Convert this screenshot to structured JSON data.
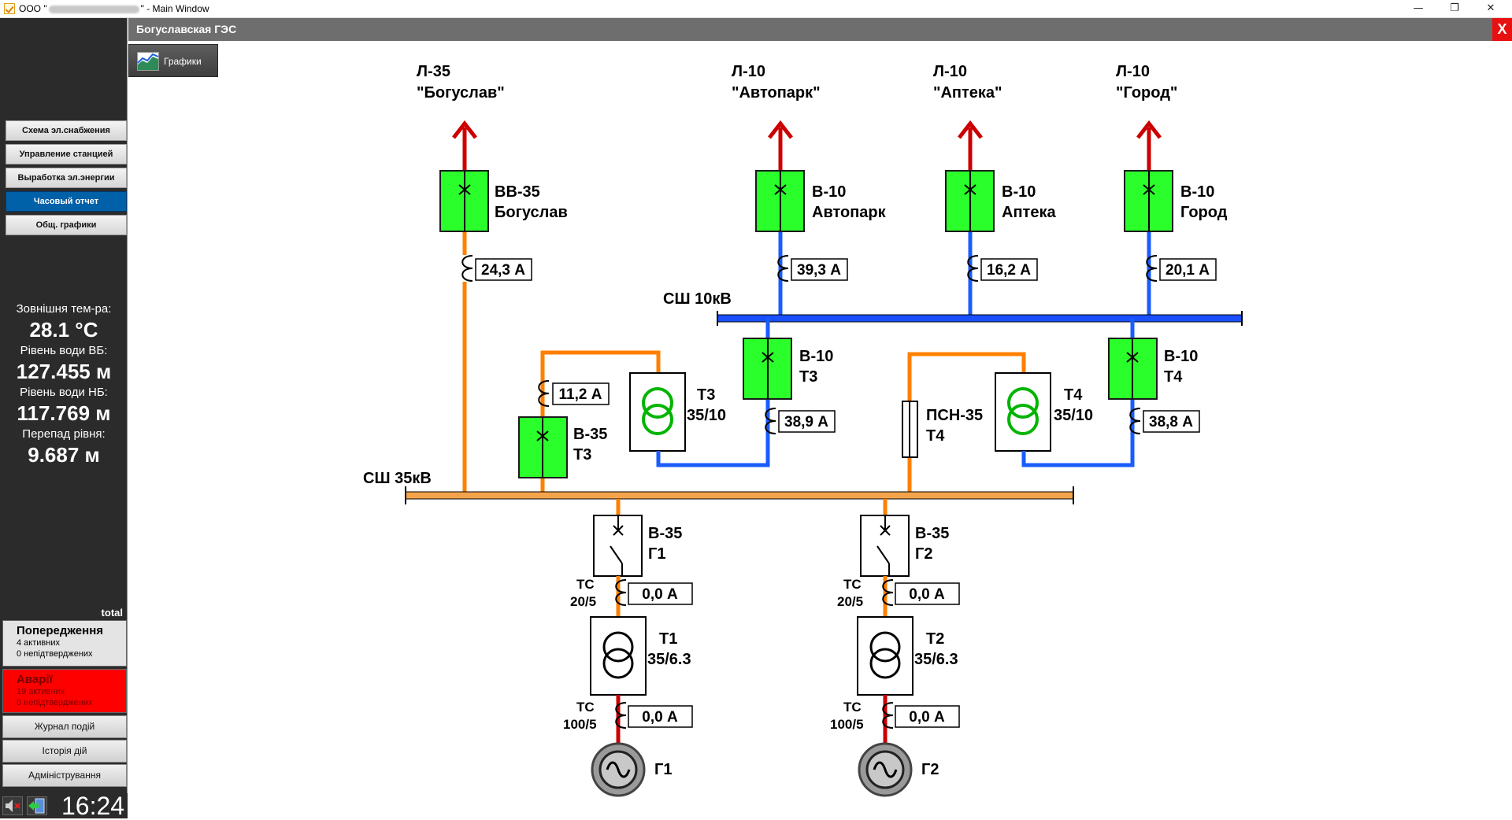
{
  "window": {
    "title_prefix": "ООО \"",
    "title_suffix": "\" - Main Window",
    "minimize": "—",
    "maximize": "❐",
    "close": "✕"
  },
  "nav": {
    "items": [
      {
        "label": "Схема эл.снабжения"
      },
      {
        "label": "Управление станцией"
      },
      {
        "label": "Выработка эл.энергии"
      },
      {
        "label": "Часовый отчет"
      },
      {
        "label": "Общ. графики"
      }
    ]
  },
  "info": {
    "outdoor_temp_label": "Зовнішня тем-ра:",
    "outdoor_temp_value": "28.1 °C",
    "vb_level_label": "Рівень води ВБ:",
    "vb_level_value": "127.455 м",
    "nb_level_label": "Рівень води НБ:",
    "nb_level_value": "117.769 м",
    "diff_label": "Перепад рівня:",
    "diff_value": "9.687 м"
  },
  "total_label": "total",
  "alarms": {
    "warnings": {
      "title": "Попередження",
      "active": "4 активних",
      "unconfirmed": "0 непідтверджених"
    },
    "crashes": {
      "title": "Аварії",
      "active": "19 активних",
      "unconfirmed": "0 непідтверджених"
    }
  },
  "bottom_buttons": {
    "journal": "Журнал подій",
    "history": "Історія дій",
    "admin": "Адміністрування"
  },
  "clock": "16:24",
  "station": {
    "title": "Богуславская ГЭС",
    "close": "X",
    "charts_button": "Графики"
  },
  "colors": {
    "bus_35": "#f5a34a",
    "line_35": "#ff7f00",
    "line_10": "#1a5cff",
    "gen_line": "#cc0000",
    "breaker_on": "#2bff2b",
    "bus_10": "#1a4fff",
    "transformer_coil": "#00b400"
  },
  "scheme": {
    "lines": [
      {
        "name_top": "Л-35",
        "name_bottom": "\"Богуслав\""
      },
      {
        "name_top": "Л-10",
        "name_bottom": "\"Автопарк\""
      },
      {
        "name_top": "Л-10",
        "name_bottom": "\"Аптека\""
      },
      {
        "name_top": "Л-10",
        "name_bottom": "\"Город\""
      }
    ],
    "feeder_breakers": [
      {
        "name_top": "ВВ-35",
        "name_bottom": "Богуслав",
        "current": "24,3 А"
      },
      {
        "name_top": "В-10",
        "name_bottom": "Автопарк",
        "current": "39,3 А"
      },
      {
        "name_top": "В-10",
        "name_bottom": "Аптека",
        "current": "16,2 А"
      },
      {
        "name_top": "В-10",
        "name_bottom": "Город",
        "current": "20,1 А"
      }
    ],
    "bus_10_label": "СШ 10кВ",
    "bus_35_label": "СШ 35кВ",
    "t3": {
      "breaker_35_top": "В-35",
      "breaker_35_bottom": "Т3",
      "current_35": "11,2 А",
      "transformer_top": "Т3",
      "transformer_bottom": "35/10",
      "breaker_10_top": "В-10",
      "breaker_10_bottom": "Т3",
      "current_10": "38,9 А"
    },
    "t4": {
      "psn_top": "ПСН-35",
      "psn_bottom": "Т4",
      "transformer_top": "Т4",
      "transformer_bottom": "35/10",
      "breaker_10_top": "В-10",
      "breaker_10_bottom": "Т4",
      "current_10": "38,8 А"
    },
    "generators": [
      {
        "switch_top": "В-35",
        "switch_bottom": "Г1",
        "ct1_top": "ТС",
        "ct1_bottom": "20/5",
        "current_1": "0,0 А",
        "transformer_top": "Т1",
        "transformer_bottom": "35/6.3",
        "ct2_top": "ТС",
        "ct2_bottom": "100/5",
        "current_2": "0,0 А",
        "gen_label": "Г1"
      },
      {
        "switch_top": "В-35",
        "switch_bottom": "Г2",
        "ct1_top": "ТС",
        "ct1_bottom": "20/5",
        "current_1": "0,0 А",
        "transformer_top": "Т2",
        "transformer_bottom": "35/6.3",
        "ct2_top": "ТС",
        "ct2_bottom": "100/5",
        "current_2": "0,0 А",
        "gen_label": "Г2"
      }
    ]
  }
}
